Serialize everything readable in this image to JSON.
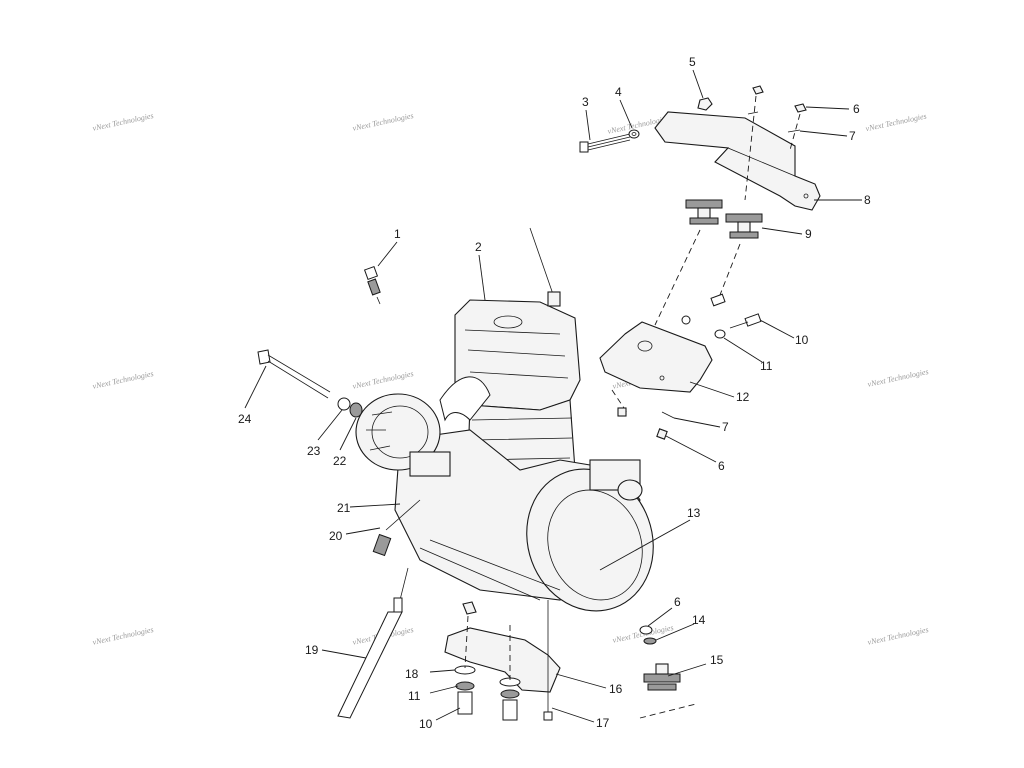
{
  "watermark": "vNext Technologies",
  "callouts": {
    "c1": "1",
    "c2": "2",
    "c3": "3",
    "c4": "4",
    "c5": "5",
    "c6a": "6",
    "c7a": "7",
    "c8": "8",
    "c9": "9",
    "c10a": "10",
    "c11a": "11",
    "c12": "12",
    "c7b": "7",
    "c6b": "6",
    "c13": "13",
    "c6c": "6",
    "c14": "14",
    "c15": "15",
    "c16": "16",
    "c17": "17",
    "c10b": "10",
    "c11b": "11",
    "c18": "18",
    "c19": "19",
    "c20": "20",
    "c21": "21",
    "c22": "22",
    "c23": "23",
    "c24": "24"
  }
}
